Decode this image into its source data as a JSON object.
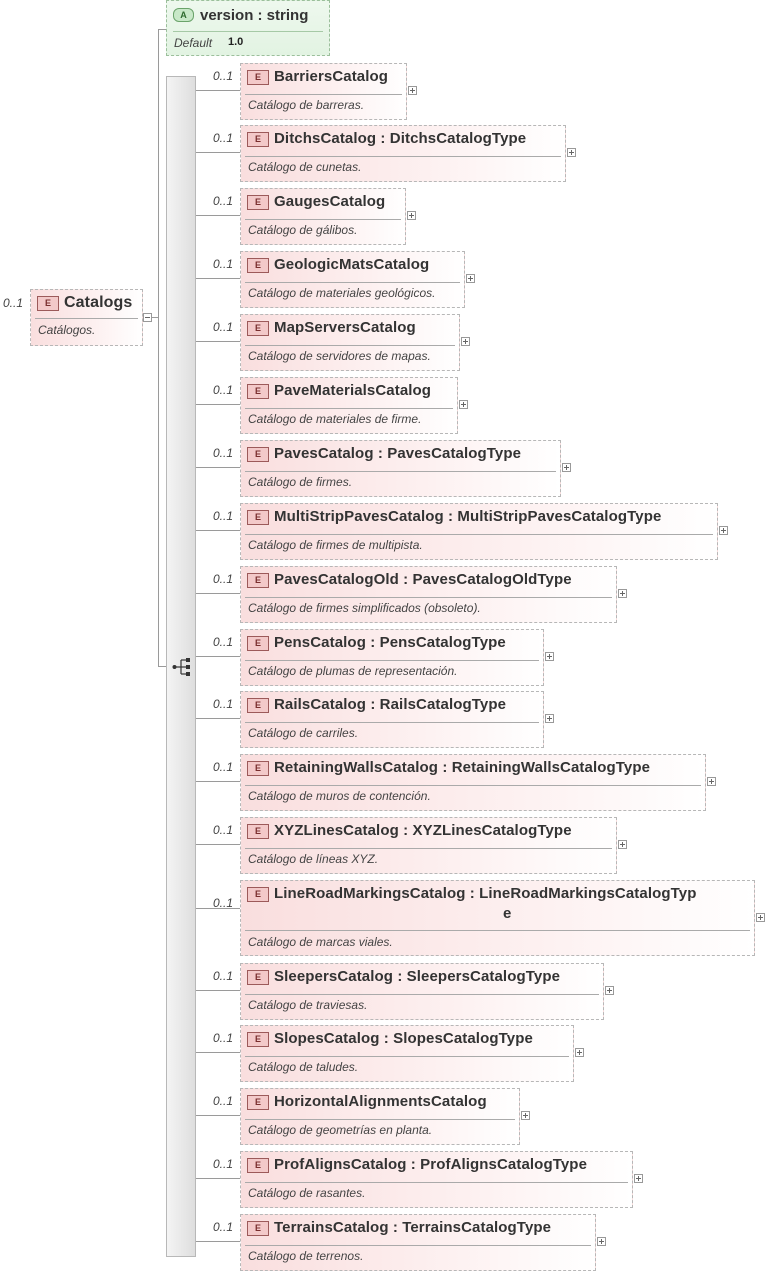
{
  "attribute": {
    "badge": "A",
    "title": "version : string",
    "default_label": "Default",
    "default_value": "1.0"
  },
  "root": {
    "badge": "E",
    "occurrence": "0..1",
    "name": "Catalogs",
    "description": "Catálogos."
  },
  "children": [
    {
      "occurrence": "0..1",
      "badge": "E",
      "name": "BarriersCatalog",
      "description": "Catálogo de barreras."
    },
    {
      "occurrence": "0..1",
      "badge": "E",
      "name": "DitchsCatalog  : DitchsCatalogType",
      "description": "Catálogo de cunetas."
    },
    {
      "occurrence": "0..1",
      "badge": "E",
      "name": "GaugesCatalog",
      "description": "Catálogo de gálibos."
    },
    {
      "occurrence": "0..1",
      "badge": "E",
      "name": "GeologicMatsCatalog",
      "description": "Catálogo de materiales geológicos."
    },
    {
      "occurrence": "0..1",
      "badge": "E",
      "name": "MapServersCatalog",
      "description": "Catálogo de servidores de mapas."
    },
    {
      "occurrence": "0..1",
      "badge": "E",
      "name": "PaveMaterialsCatalog",
      "description": "Catálogo de materiales de firme."
    },
    {
      "occurrence": "0..1",
      "badge": "E",
      "name": "PavesCatalog  : PavesCatalogType",
      "description": "Catálogo de firmes."
    },
    {
      "occurrence": "0..1",
      "badge": "E",
      "name": "MultiStripPavesCatalog  : MultiStripPavesCatalogType",
      "description": "Catálogo de firmes de multipista."
    },
    {
      "occurrence": "0..1",
      "badge": "E",
      "name": "PavesCatalogOld  : PavesCatalogOldType",
      "description": "Catálogo de firmes simplificados (obsoleto)."
    },
    {
      "occurrence": "0..1",
      "badge": "E",
      "name": "PensCatalog  : PensCatalogType",
      "description": "Catálogo de plumas de representación."
    },
    {
      "occurrence": "0..1",
      "badge": "E",
      "name": "RailsCatalog  : RailsCatalogType",
      "description": "Catálogo de carriles."
    },
    {
      "occurrence": "0..1",
      "badge": "E",
      "name": "RetainingWallsCatalog  : RetainingWallsCatalogType",
      "description": "Catálogo de muros de contención."
    },
    {
      "occurrence": "0..1",
      "badge": "E",
      "name": "XYZLinesCatalog  : XYZLinesCatalogType",
      "description": "Catálogo de líneas XYZ."
    },
    {
      "occurrence": "0..1",
      "badge": "E",
      "name": "LineRoadMarkingsCatalog  : LineRoadMarkingsCatalogTyp",
      "name_cont": "e",
      "description": "Catálogo de marcas viales."
    },
    {
      "occurrence": "0..1",
      "badge": "E",
      "name": "SleepersCatalog  : SleepersCatalogType",
      "description": "Catálogo de traviesas."
    },
    {
      "occurrence": "0..1",
      "badge": "E",
      "name": "SlopesCatalog  : SlopesCatalogType",
      "description": "Catálogo de taludes."
    },
    {
      "occurrence": "0..1",
      "badge": "E",
      "name": "HorizontalAlignmentsCatalog",
      "description": "Catálogo de geometrías en planta."
    },
    {
      "occurrence": "0..1",
      "badge": "E",
      "name": "ProfAlignsCatalog  : ProfAlignsCatalogType",
      "description": "Catálogo de rasantes."
    },
    {
      "occurrence": "0..1",
      "badge": "E",
      "name": "TerrainsCatalog  : TerrainsCatalogType",
      "description": "Catálogo de terrenos."
    }
  ]
}
